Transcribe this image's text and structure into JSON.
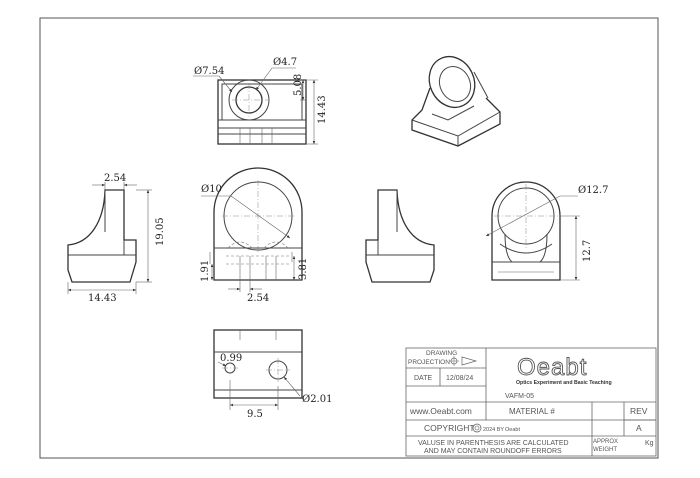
{
  "dimensions": {
    "top_outer_dia": "Ø7.54",
    "top_inner_dia": "Ø4.7",
    "top_height_a": "5.08",
    "top_height_b": "14.43",
    "side_width_top": "2.54",
    "side_height": "19.05",
    "side_base_width": "14.43",
    "front_dia": "Ø10",
    "front_left_small": "1.91",
    "front_bottom": "2.54",
    "front_right_small": "3.81",
    "rear_dia": "Ø12.7",
    "rear_height": "12.7",
    "bottom_small": "0.99",
    "bottom_hole": "Ø2.01",
    "bottom_width": "9.5"
  },
  "title_block": {
    "drawing_label": "DRAWING",
    "projection_label": "PROJECTION",
    "date_label": "DATE",
    "date_value": "12/08/24",
    "logo_text": "Oeabt",
    "logo_subtitle": "Optics Experiment and Basic Teaching",
    "part_number": "VAFM-05",
    "website": "www.Oeabt.com",
    "material_label": "MATERIAL #",
    "rev_label": "REV",
    "rev_value": "A",
    "copyright_label": "COPYRIGHT",
    "copyright_year": "2024 BY",
    "copyright_owner": "Oeabt",
    "note_line1": "VALUSE IN PARENTHESIS ARE CALCULATED",
    "note_line2": "AND MAY CONTAIN ROUNDOFF ERRORS",
    "approx_label": "APPROX",
    "weight_label": "WEIGHT",
    "weight_unit": "Kg"
  }
}
